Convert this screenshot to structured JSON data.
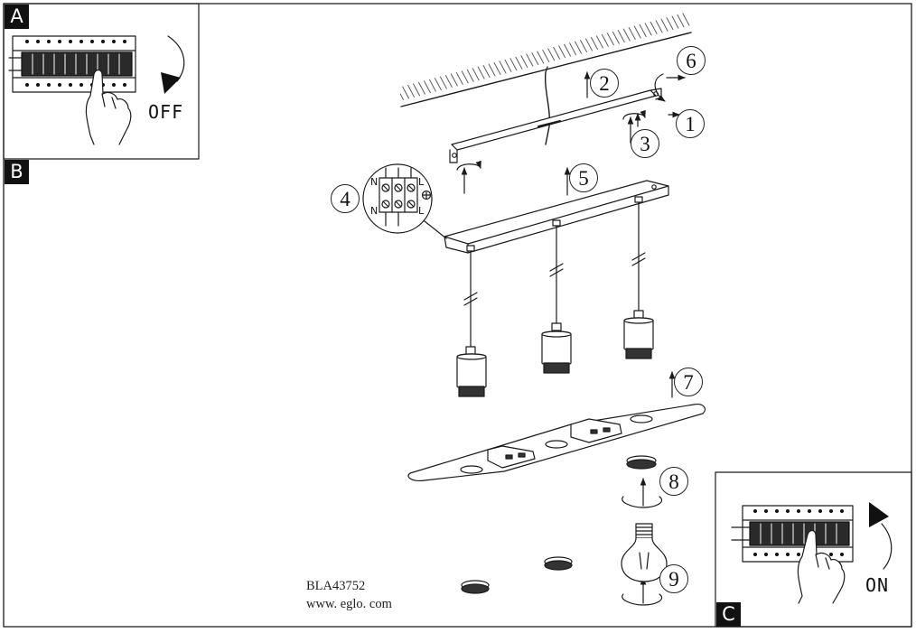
{
  "sections": {
    "a": "A",
    "b": "B",
    "c": "C"
  },
  "steps": [
    "1",
    "2",
    "3",
    "4",
    "5",
    "6",
    "7",
    "8",
    "9"
  ],
  "states": {
    "off": "OFF",
    "on": "ON"
  },
  "wiring": {
    "n_top": "N",
    "n_bottom": "N",
    "l_top": "L",
    "l_bottom": "L"
  },
  "footer": {
    "model": "BLA43752",
    "website": "www. eglo. com"
  },
  "colors": {
    "line": "#1a1a1a",
    "panel_dark": "#2a2a2a",
    "background": "#ffffff"
  }
}
